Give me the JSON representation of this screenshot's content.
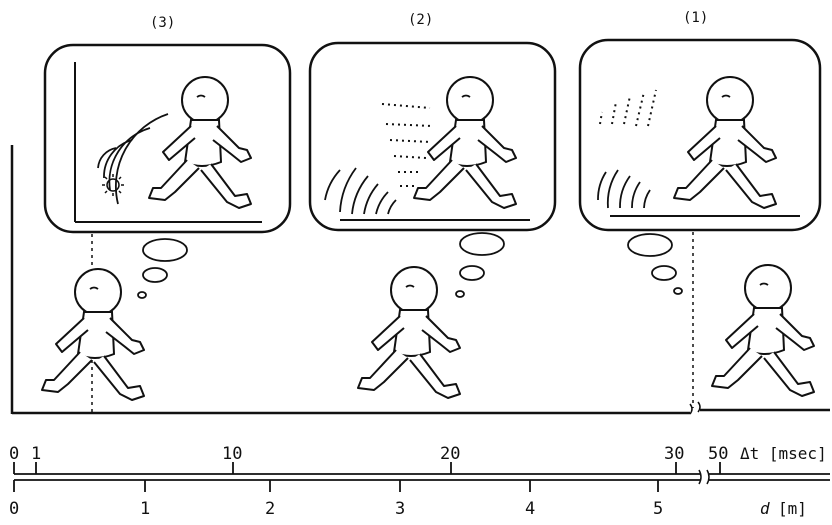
{
  "panels": [
    {
      "label": "(3)"
    },
    {
      "label": "(2)"
    },
    {
      "label": "(1)"
    }
  ],
  "time_axis": {
    "ticks": [
      "0",
      "1",
      "10",
      "20",
      "30",
      "50"
    ],
    "unit_label": "Δt [msec]"
  },
  "distance_axis": {
    "ticks": [
      "0",
      "1",
      "2",
      "3",
      "4",
      "5"
    ],
    "unit_symbol": "d",
    "unit_label": "[m]"
  }
}
